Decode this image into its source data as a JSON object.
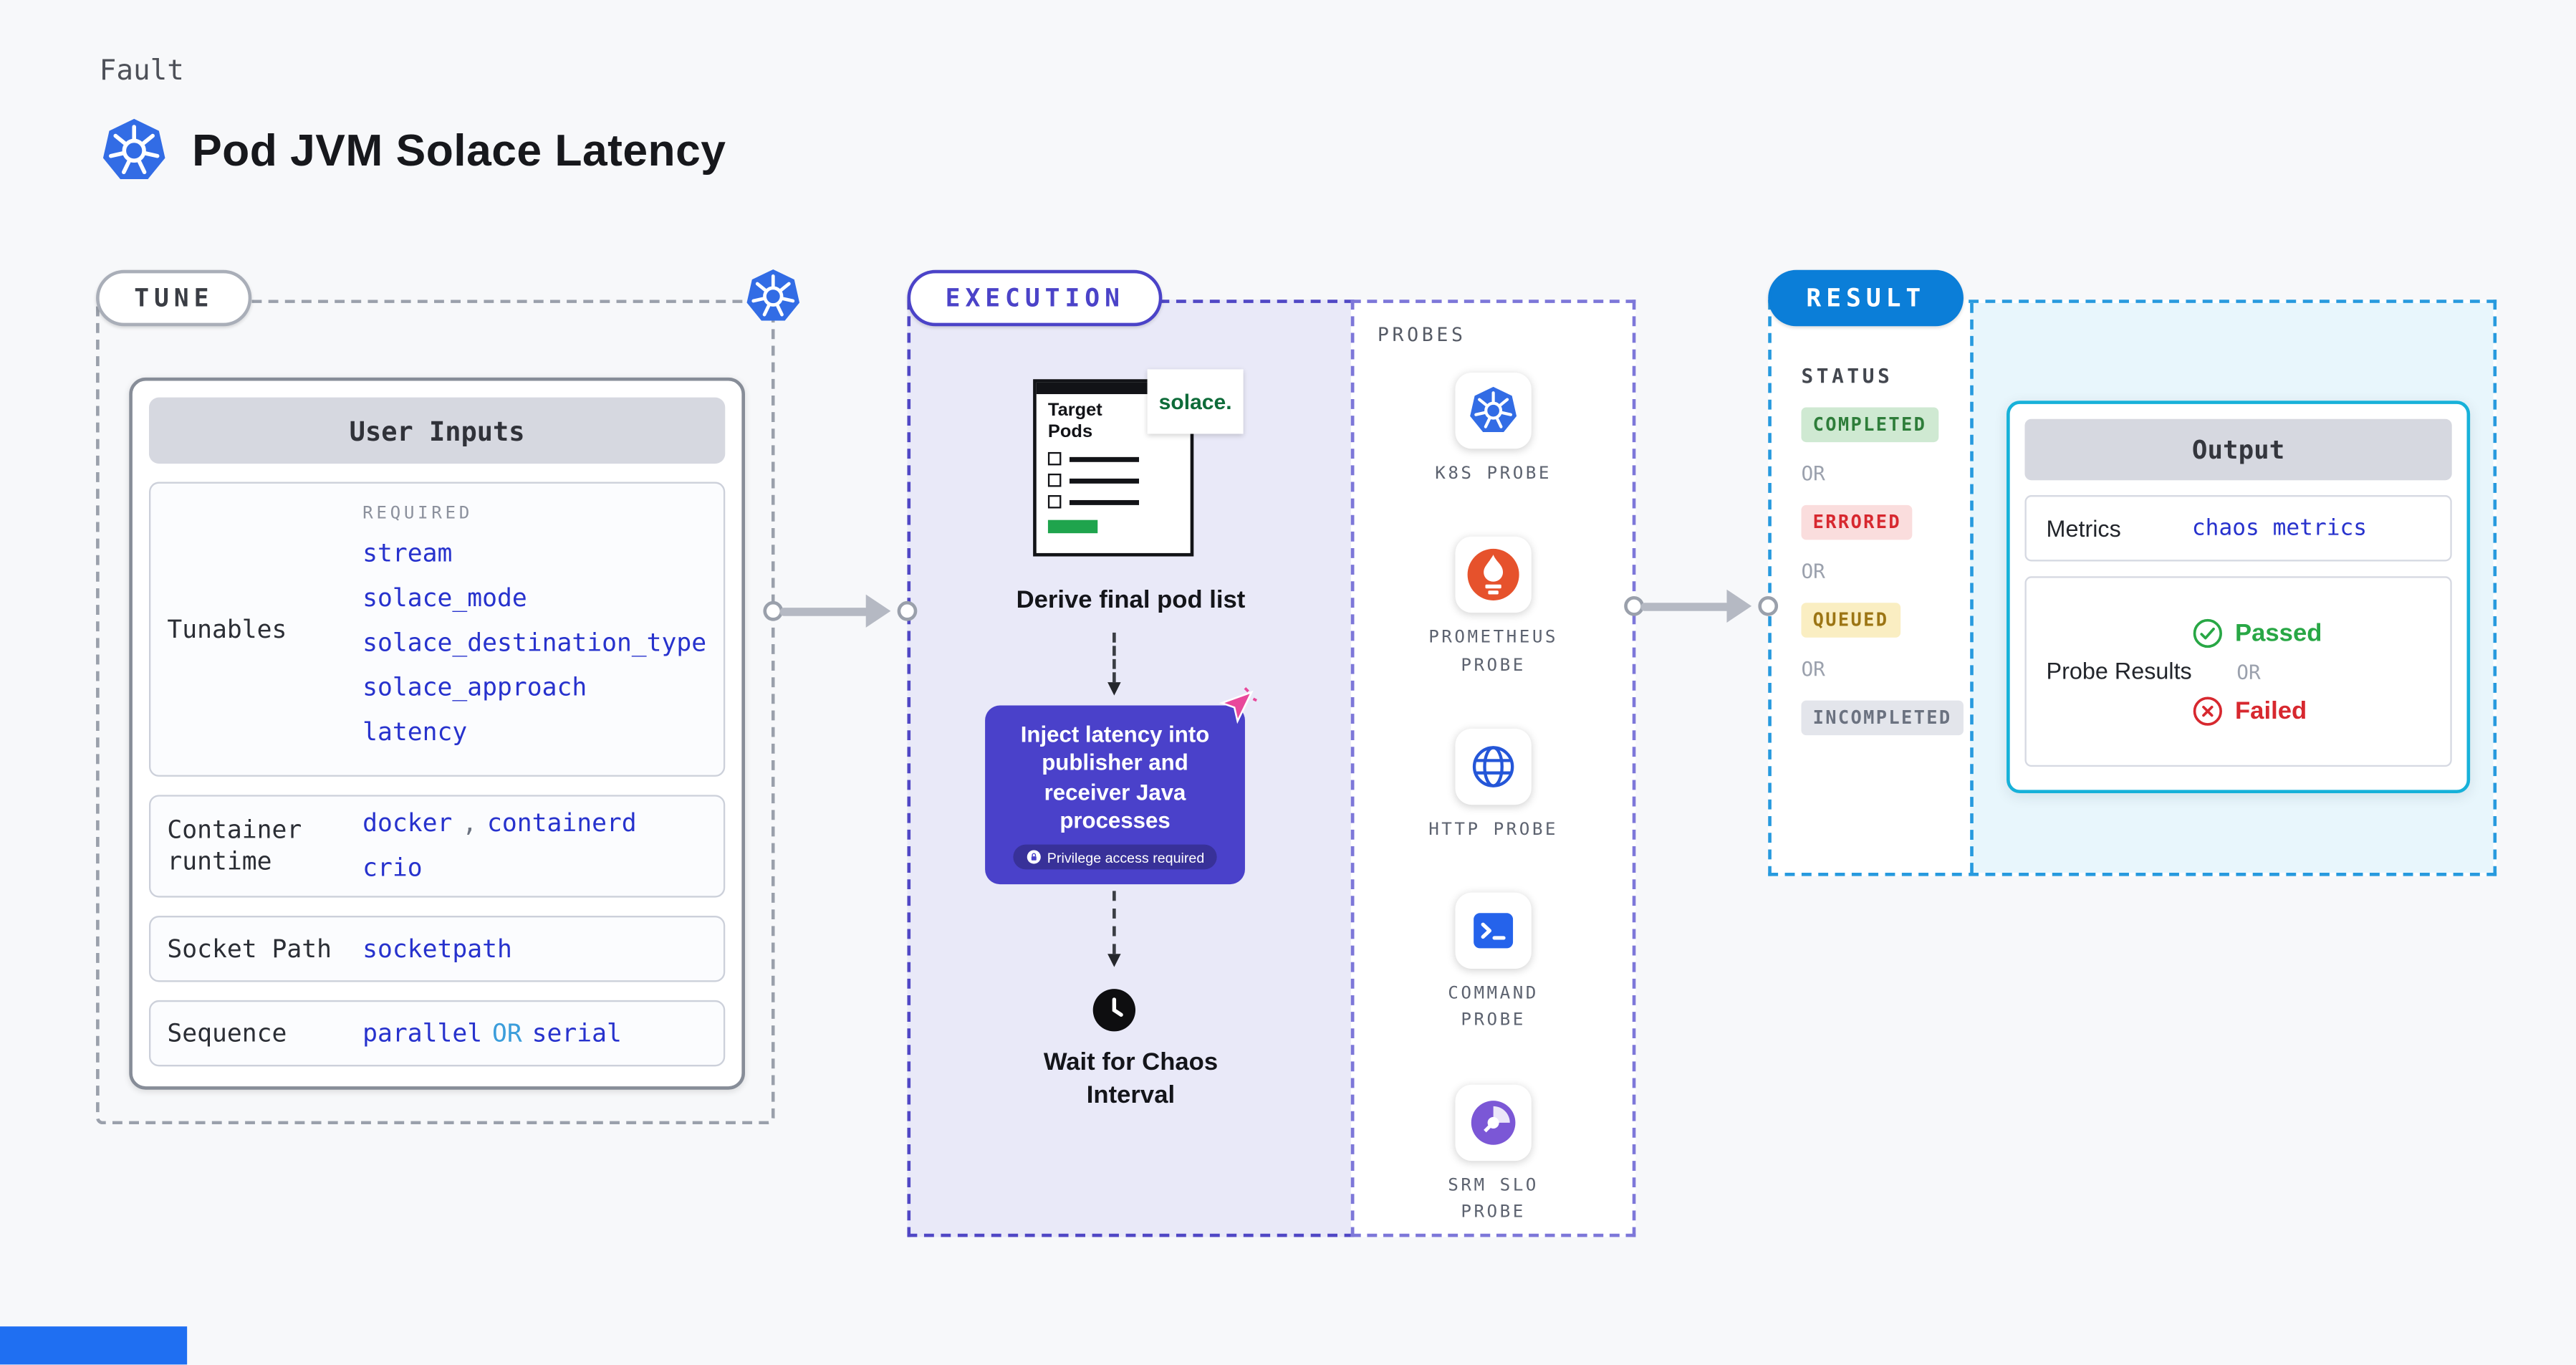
{
  "colors": {
    "accent_code_blue": "#2732cd",
    "execution_purple": "#4b43c8",
    "inject_box_purple": "#4a41ca",
    "result_blue": "#0b7ed8",
    "output_cyan": "#17b1d9",
    "status_completed_green": "#2e7d3a",
    "status_errored_red": "#d7282f",
    "status_queued_amber": "#9c7514",
    "status_incompleted_gray": "#6b7280",
    "passed_green": "#28a745",
    "failed_red": "#d7282f",
    "kubernetes_blue": "#326ce5",
    "prometheus_orange": "#e6522c",
    "solace_green": "#0e6b39"
  },
  "header": {
    "kicker": "Fault",
    "title": "Pod JVM Solace Latency"
  },
  "tune": {
    "pill": "TUNE",
    "card_title": "User Inputs",
    "tunables": {
      "label": "Tunables",
      "required": "REQUIRED",
      "values": [
        "stream",
        "solace_mode",
        "solace_destination_type",
        "solace_approach",
        "latency"
      ]
    },
    "container_runtime": {
      "label": "Container runtime",
      "value1": "docker",
      "separator": ",",
      "value2": "containerd",
      "value3": "crio"
    },
    "socket_path": {
      "label": "Socket Path",
      "value": "socketpath"
    },
    "sequence": {
      "label": "Sequence",
      "value1": "parallel",
      "or": "OR",
      "value2": "serial"
    }
  },
  "execution": {
    "pill": "EXECUTION",
    "target_pods": "Target Pods",
    "solace_logo": "solace.",
    "derive_step": "Derive final pod list",
    "inject_step": "Inject latency into publisher and receiver Java processes",
    "privilege_badge": "Privilege access required",
    "wait_step": "Wait for Chaos Interval"
  },
  "probes": {
    "heading": "PROBES",
    "items": [
      {
        "label": "K8S PROBE"
      },
      {
        "label": "PROMETHEUS PROBE"
      },
      {
        "label": "HTTP PROBE"
      },
      {
        "label": "COMMAND PROBE"
      },
      {
        "label": "SRM SLO PROBE"
      }
    ]
  },
  "result": {
    "pill": "RESULT",
    "status_heading": "STATUS",
    "or": "OR",
    "statuses": [
      {
        "label": "COMPLETED"
      },
      {
        "label": "ERRORED"
      },
      {
        "label": "QUEUED"
      },
      {
        "label": "INCOMPLETED"
      }
    ],
    "output": {
      "title": "Output",
      "metrics_label": "Metrics",
      "metrics_value": "chaos metrics",
      "probe_results_label": "Probe Results",
      "passed": "Passed",
      "or": "OR",
      "failed": "Failed"
    }
  }
}
